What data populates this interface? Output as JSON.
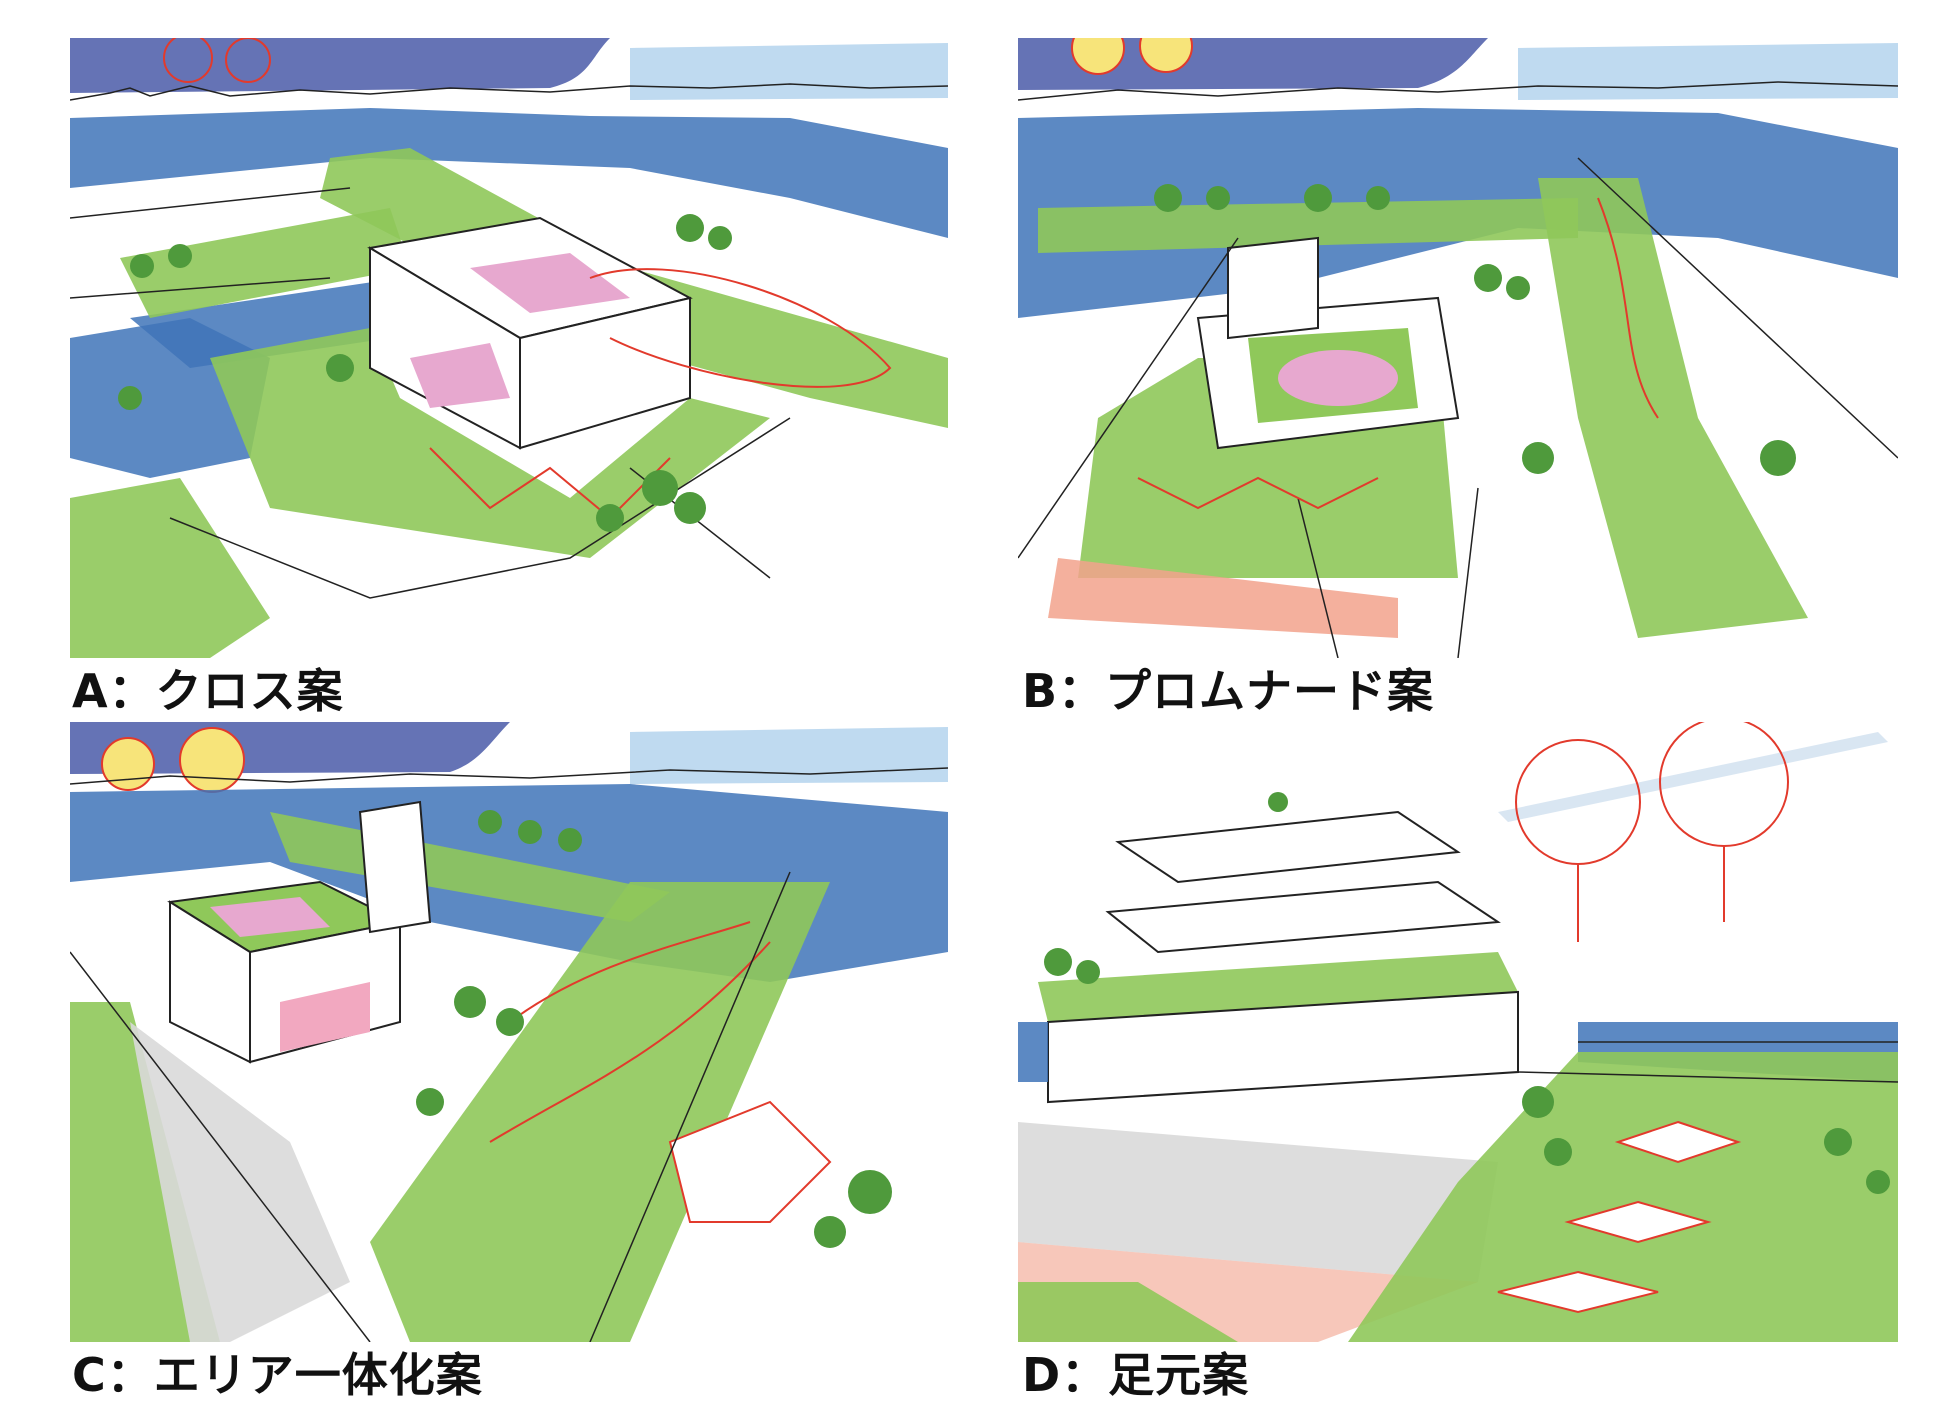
{
  "panels": [
    {
      "id": "A",
      "caption": "A：クロス案"
    },
    {
      "id": "B",
      "caption": "B：プロムナード案"
    },
    {
      "id": "C",
      "caption": "C：エリア一体化案"
    },
    {
      "id": "D",
      "caption": "D：足元案"
    }
  ],
  "colors": {
    "water": "#3f74b8",
    "sky_dark": "#4a5aa8",
    "sky_light": "#a9cdeb",
    "green": "#8fc85a",
    "green_dark": "#4f9a3c",
    "pink": "#e7a8cf",
    "salmon": "#f2a28c",
    "paving": "#d9d9d9",
    "ink": "#222222",
    "red_line": "#e23a2c",
    "yellow": "#f7e47a"
  }
}
